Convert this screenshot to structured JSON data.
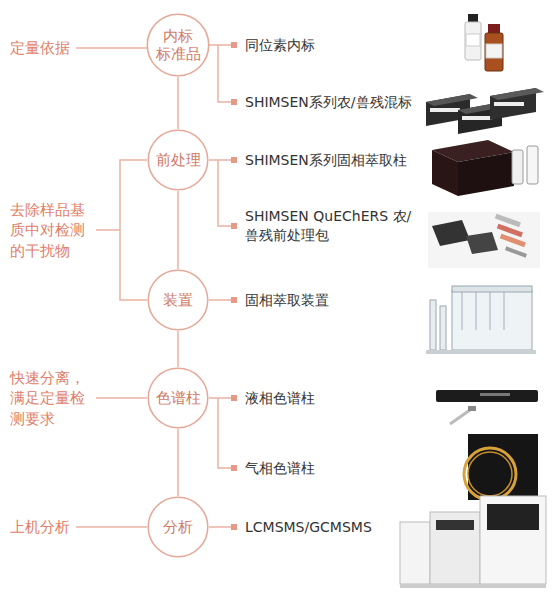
{
  "diagram": {
    "nodes": [
      {
        "text": [
          "内标 标准品"
        ]
      },
      {
        "text": [
          "前处理"
        ]
      },
      {
        "text": [
          "装置"
        ]
      },
      {
        "text": [
          "色谱柱"
        ]
      },
      {
        "text": [
          "分析"
        ]
      }
    ],
    "edges": [
      {
        "from": 0,
        "to": 1,
        "arrow": "none"
      },
      {
        "from": 1,
        "to": 2,
        "arrow": "none"
      },
      {
        "from": 2,
        "to": 3,
        "arrow": "none"
      },
      {
        "from": 3,
        "to": 4,
        "arrow": "none"
      }
    ],
    "labels": [
      "定量依据",
      "同位素内标",
      "SHIMSEN系列农/兽残混标",
      "去除样品基质中对检测的干扰物",
      "SHIMSEN系列固相萃取柱",
      "SHIMSEN QuEChERS 农/兽残前处理包",
      "固相萃取装置",
      "快速分离，满足定量检测要求",
      "液相色谱柱",
      "气相色谱柱",
      "上机分析",
      "LCMSMS/GCMSMS"
    ]
  }
}
